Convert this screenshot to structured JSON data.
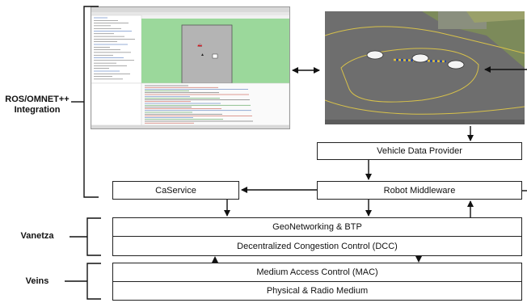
{
  "labels": {
    "ros_omnet": "ROS/OMNET++ Integration",
    "vanetza": "Vanetza",
    "veins": "Veins"
  },
  "boxes": {
    "vehicle_data_provider": "Vehicle Data Provider",
    "ca_service": "CaService",
    "robot_middleware": "Robot Middleware",
    "geonetworking": "GeoNetworking & BTP",
    "dcc": "Decentralized Congestion Control (DCC)",
    "mac": "Medium Access Control (MAC)",
    "physical": "Physical & Radio Medium"
  },
  "colors": {
    "sim_green": "#9bd89b",
    "asphalt": "#6e6e6e",
    "grass": "#7c8a5a"
  }
}
